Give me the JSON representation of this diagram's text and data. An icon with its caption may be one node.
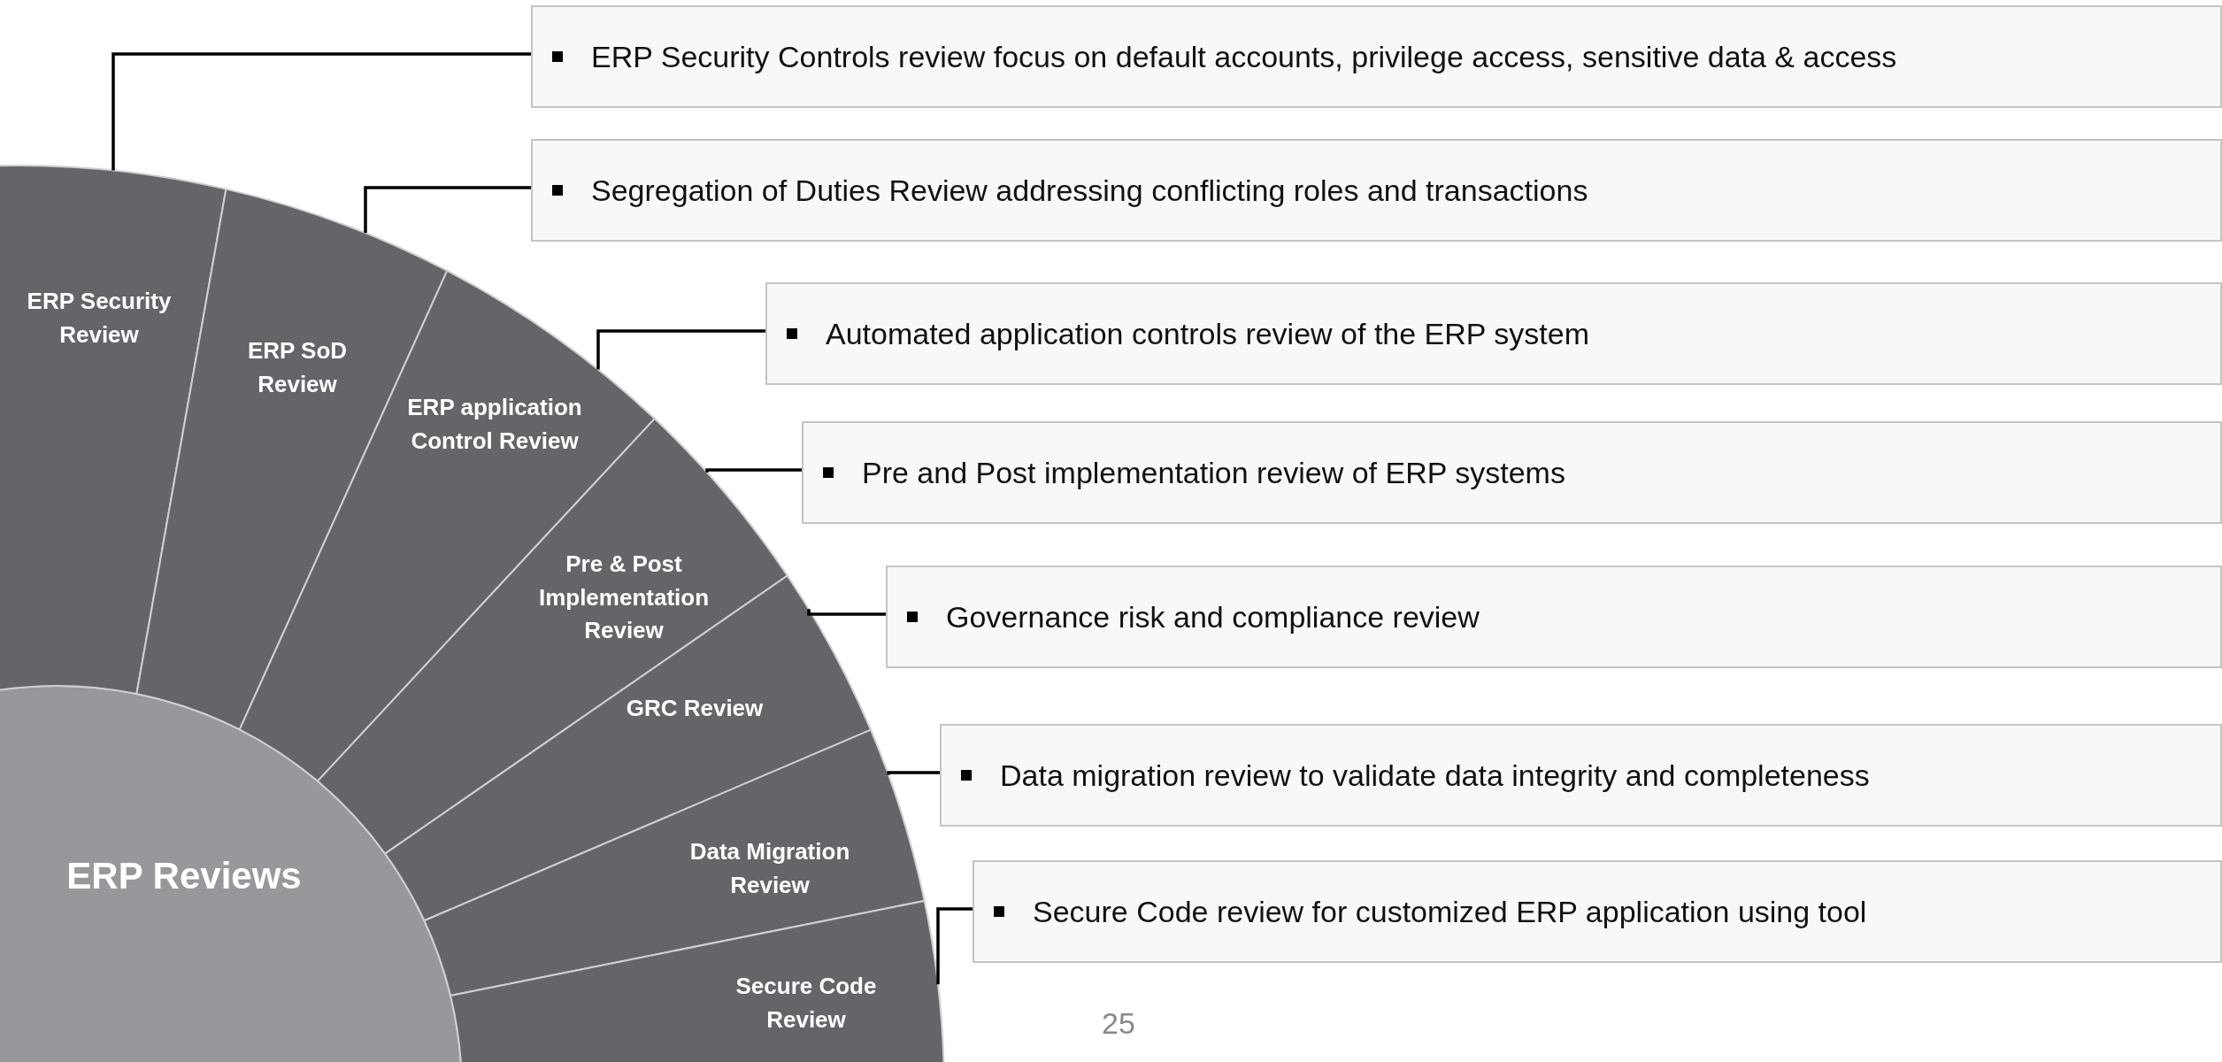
{
  "diagram": {
    "nodes": [
      {
        "text": [
          "ERP Reviews"
        ]
      },
      {
        "text": [
          "ERP Security Review"
        ]
      },
      {
        "text": [
          "ERP SoD Review"
        ]
      },
      {
        "text": [
          "ERP application Control Review"
        ]
      },
      {
        "text": [
          "Pre & Post Implementation Review"
        ]
      },
      {
        "text": [
          "GRC Review"
        ]
      },
      {
        "text": [
          "Data Migration Review"
        ]
      },
      {
        "text": [
          "Secure Code Review"
        ]
      },
      {
        "text": [
          "ERP Security Controls review focus on default accounts, privilege access, sensitive data & access"
        ]
      },
      {
        "text": [
          "Segregation of Duties Review addressing conflicting roles and transactions"
        ]
      },
      {
        "text": [
          "Automated application controls review of the ERP system"
        ]
      },
      {
        "text": [
          "Pre and Post implementation review of ERP systems"
        ]
      },
      {
        "text": [
          "Governance risk and compliance review"
        ]
      },
      {
        "text": [
          "Data migration review to validate data integrity and completeness"
        ]
      },
      {
        "text": [
          "Secure Code review for customized ERP application using tool"
        ]
      }
    ],
    "edges": [
      {
        "from": 1,
        "to": 8,
        "arrow": "none"
      },
      {
        "from": 2,
        "to": 9,
        "arrow": "none"
      },
      {
        "from": 3,
        "to": 10,
        "arrow": "none"
      },
      {
        "from": 4,
        "to": 11,
        "arrow": "none"
      },
      {
        "from": 5,
        "to": 12,
        "arrow": "none"
      },
      {
        "from": 6,
        "to": 13,
        "arrow": "none"
      },
      {
        "from": 7,
        "to": 14,
        "arrow": "none"
      }
    ],
    "labels": [
      "25"
    ]
  }
}
